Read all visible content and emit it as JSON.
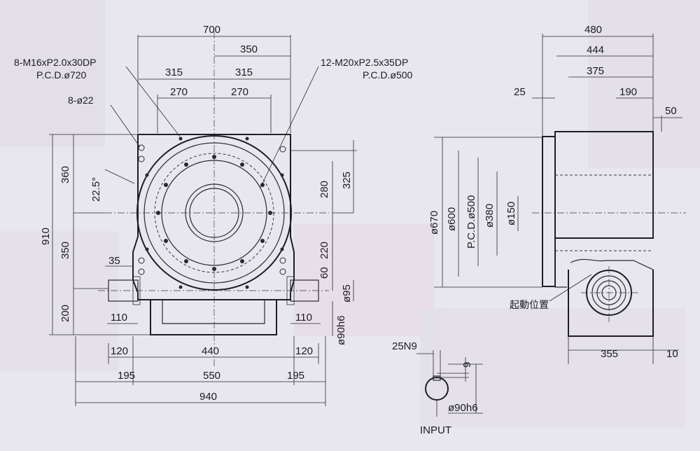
{
  "front_view": {
    "width_700": "700",
    "width_350": "350",
    "left_315": "315",
    "right_315": "315",
    "left_270": "270",
    "right_270": "270",
    "holes_note_1": "8-M16xP2.0x30DP",
    "holes_note_1b": "P.C.D.ø720",
    "holes_note_2": "12-M20xP2.5x35DP",
    "holes_note_2b": "P.C.D.ø500",
    "holes_note_3": "8-ø22",
    "angle": "22.5°",
    "h_360": "360",
    "h_910": "910",
    "h_350": "350",
    "h_200": "200",
    "h_35": "35",
    "h_280": "280",
    "h_325": "325",
    "h_220": "220",
    "h_60": "60",
    "d_95": "ø95",
    "d_90h6": "ø90h6",
    "w_110_left": "110",
    "w_110_right": "110",
    "w_120_left": "120",
    "w_120_right": "120",
    "w_440": "440",
    "w_195_left": "195",
    "w_195_right": "195",
    "w_550": "550",
    "w_940": "940"
  },
  "side_view": {
    "w_480": "480",
    "w_444": "444",
    "w_375": "375",
    "w_25": "25",
    "w_190": "190",
    "w_50": "50",
    "d_670": "ø670",
    "d_600": "ø600",
    "pcd_500": "P.C.D.ø500",
    "d_380": "ø380",
    "d_150": "ø150",
    "start_position": "起動位置",
    "w_355": "355",
    "w_10": "10"
  },
  "input_detail": {
    "key": "25N9",
    "depth": "9",
    "shaft": "ø90h6",
    "label": "INPUT"
  }
}
